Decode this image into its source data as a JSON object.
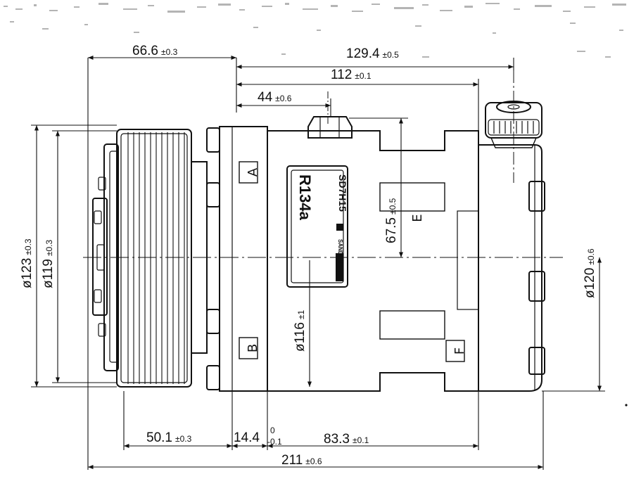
{
  "dimensions": {
    "d_66_6": {
      "value": "66.6",
      "tol": "±0.3"
    },
    "d_129_4": {
      "value": "129.4",
      "tol": "±0.5"
    },
    "d_112": {
      "value": "112",
      "tol": "±0.1"
    },
    "d_44": {
      "value": "44",
      "tol": "±0.6"
    },
    "d_67_5": {
      "value": "67.5",
      "tol": "±0.5"
    },
    "d_phi123": {
      "value": "ø123",
      "tol": "±0.3"
    },
    "d_phi119": {
      "value": "ø119",
      "tol": "±0.3"
    },
    "d_phi116": {
      "value": "ø116",
      "tol": "±1"
    },
    "d_phi120": {
      "value": "ø120",
      "tol": "±0.6"
    },
    "d_50_1": {
      "value": "50.1",
      "tol": "±0.3"
    },
    "d_14_4": {
      "value": "14.4",
      "tol_upper": "0",
      "tol_lower": "-0.1"
    },
    "d_83_3": {
      "value": "83.3",
      "tol": "±0.1"
    },
    "d_211": {
      "value": "211",
      "tol": "±0.6"
    }
  },
  "port_labels": {
    "a": "A",
    "b": "B",
    "e": "E",
    "f": "F"
  },
  "nameplate": {
    "model": "SD7H15",
    "refrigerant": "R134a",
    "brand": "SANDEN"
  }
}
